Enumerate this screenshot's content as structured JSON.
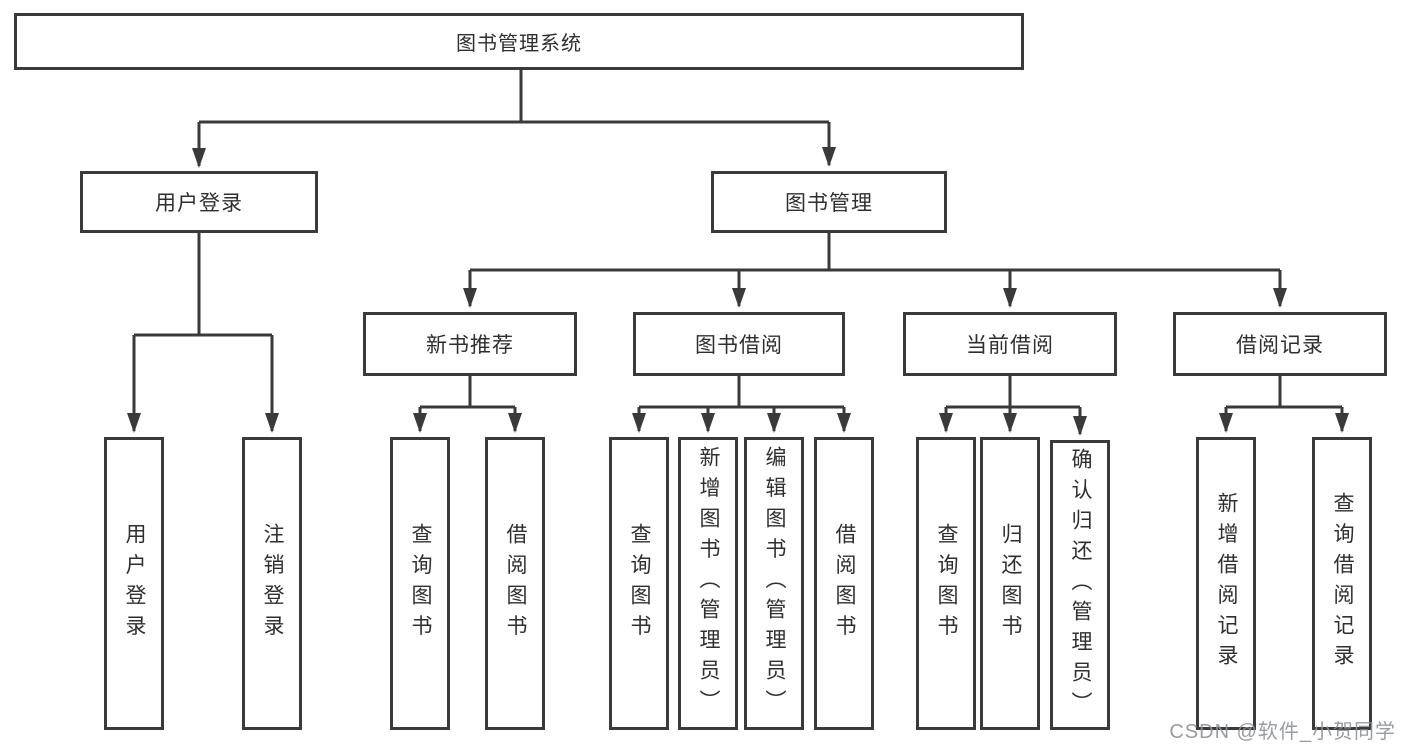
{
  "diagram": {
    "root": {
      "label": "图书管理系统",
      "children": [
        {
          "label": "用户登录",
          "children": [
            {
              "label": "用户登录"
            },
            {
              "label": "注销登录"
            }
          ]
        },
        {
          "label": "图书管理",
          "children": [
            {
              "label": "新书推荐",
              "children": [
                {
                  "label": "查询图书"
                },
                {
                  "label": "借阅图书"
                }
              ]
            },
            {
              "label": "图书借阅",
              "children": [
                {
                  "label": "查询图书"
                },
                {
                  "label": "新增图书（管理员）"
                },
                {
                  "label": "编辑图书（管理员）"
                },
                {
                  "label": "借阅图书"
                }
              ]
            },
            {
              "label": "当前借阅",
              "children": [
                {
                  "label": "查询图书"
                },
                {
                  "label": "归还图书"
                },
                {
                  "label": "确认归还（管理员）"
                }
              ]
            },
            {
              "label": "借阅记录",
              "children": [
                {
                  "label": "新增借阅记录"
                },
                {
                  "label": "查询借阅记录"
                }
              ]
            }
          ]
        }
      ]
    }
  },
  "watermark": {
    "text": "CSDN @软件_小贺同学"
  },
  "colors": {
    "line": "#3a3a3a",
    "text": "#2f2f2f",
    "box_fill": "#ffffff",
    "wm": "#8f9398",
    "bg": "#ffffff"
  }
}
